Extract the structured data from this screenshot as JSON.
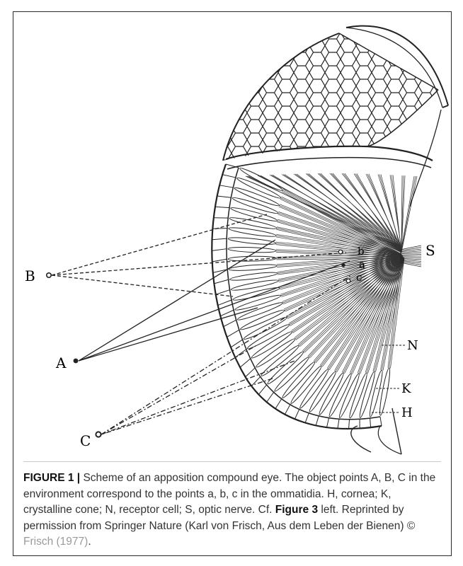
{
  "figure": {
    "labels": {
      "S": "S",
      "b": "b",
      "a": "a",
      "c": "c",
      "B": "B",
      "A": "A",
      "C": "C",
      "N": "N",
      "K": "K",
      "H": "H"
    }
  },
  "caption": {
    "label": "FIGURE 1 |",
    "text1": " Scheme of an apposition compound eye. The object points A, B, C in the environment correspond to the points a, b, c in the ommatidia. H, cornea; K, crystalline cone; N, receptor cell; S, optic nerve. Cf. ",
    "figref": "Figure 3",
    "text2": " left. Reprinted by permission from Springer Nature (Karl von Frisch, Aus dem Leben der Bienen) © ",
    "link": "Frisch (1977)",
    "text3": "."
  }
}
